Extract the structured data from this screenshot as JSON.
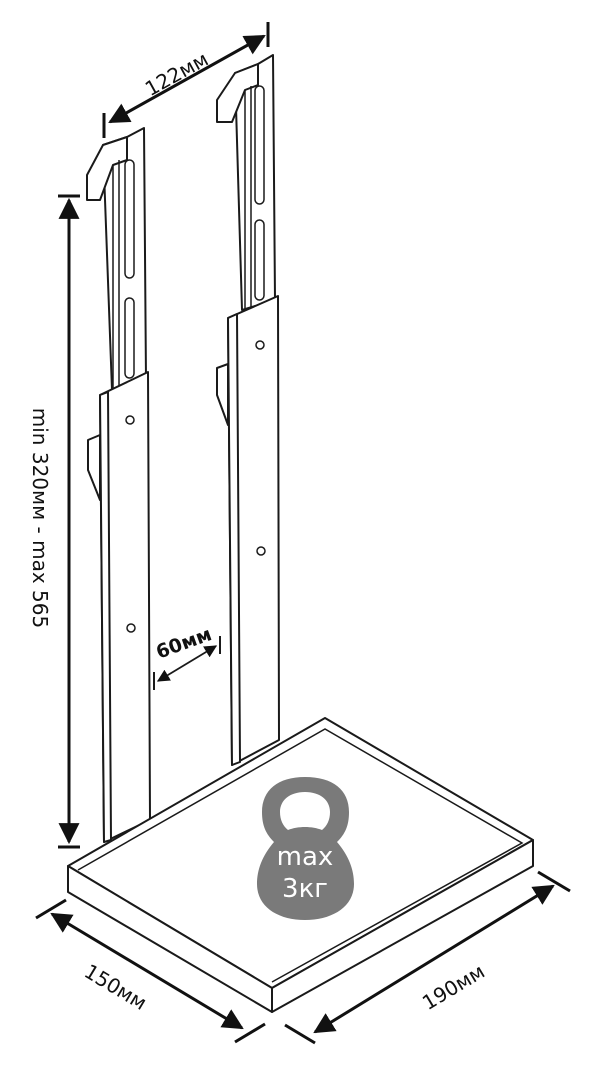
{
  "dimensions": {
    "width_top": "122мм",
    "height_range": "min 320мм - max 565",
    "inner_gap": "60мм",
    "base_depth": "150мм",
    "base_width": "190мм"
  },
  "kettlebell": {
    "line1": "max",
    "line2": "3кг",
    "color": "#7a7a7a"
  }
}
